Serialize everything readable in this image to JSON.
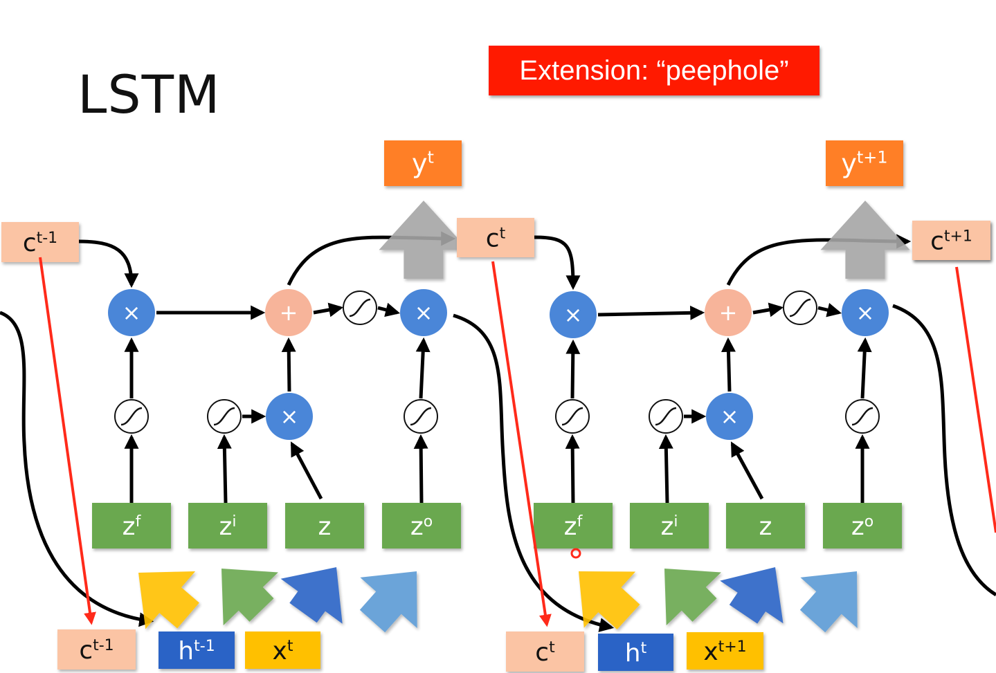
{
  "title": "LSTM",
  "banner": "Extension: “peephole”",
  "colors": {
    "banner": "#ff1a00",
    "gate_box": "#6aa84f",
    "output_box": "#ff7f27",
    "cell_box": "#fbc4a4",
    "multiply_node": "#4a86d8",
    "add_node": "#f7b49a",
    "peephole_arrow": "#ff2a1a",
    "h_box": "#2b63c6",
    "x_box": "#ffc000"
  },
  "cells": [
    {
      "c_in": {
        "base": "c",
        "sup": "t-1"
      },
      "c_out": {
        "base": "c",
        "sup": "t"
      },
      "y": {
        "base": "y",
        "sup": "t"
      },
      "gates": [
        {
          "base": "z",
          "sup": "f"
        },
        {
          "base": "z",
          "sup": "i"
        },
        {
          "base": "z",
          "sup": ""
        },
        {
          "base": "z",
          "sup": "o"
        }
      ],
      "inputs": [
        {
          "base": "c",
          "sup": "t-1"
        },
        {
          "base": "h",
          "sup": "t-1"
        },
        {
          "base": "x",
          "sup": "t"
        }
      ]
    },
    {
      "c_in": {
        "base": "c",
        "sup": "t"
      },
      "c_out": {
        "base": "c",
        "sup": "t+1"
      },
      "y": {
        "base": "y",
        "sup": "t+1"
      },
      "gates": [
        {
          "base": "z",
          "sup": "f"
        },
        {
          "base": "z",
          "sup": "i"
        },
        {
          "base": "z",
          "sup": ""
        },
        {
          "base": "z",
          "sup": "o"
        }
      ],
      "inputs": [
        {
          "base": "c",
          "sup": "t"
        },
        {
          "base": "h",
          "sup": "t"
        },
        {
          "base": "x",
          "sup": "t+1"
        }
      ]
    }
  ],
  "symbols": {
    "multiply": "×",
    "add": "+"
  }
}
